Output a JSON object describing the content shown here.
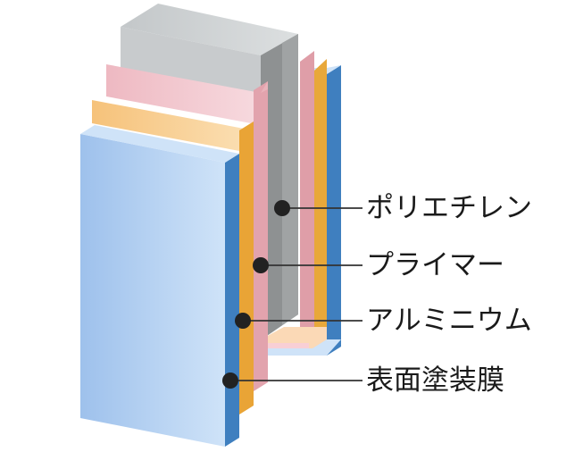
{
  "layers": [
    {
      "id": "polyethylene",
      "label": "ポリエチレン",
      "color": "#b5b9bb"
    },
    {
      "id": "primer",
      "label": "プライマー",
      "color": "#f1c6cc"
    },
    {
      "id": "aluminum",
      "label": "アルミニウム",
      "color": "#f6c680"
    },
    {
      "id": "surface-coating",
      "label": "表面塗装膜",
      "color": "#a9c9ee"
    }
  ]
}
